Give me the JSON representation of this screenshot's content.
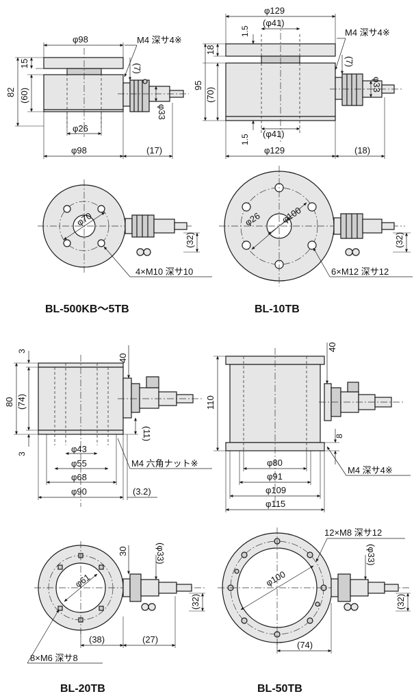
{
  "titles": {
    "tl": "BL-500KB〜5TB",
    "tr": "BL-10TB",
    "bl": "BL-20TB",
    "br": "BL-50TB"
  },
  "view1": {
    "d98_top": "φ98",
    "d98_bot": "φ98",
    "d26": "φ26",
    "h82": "82",
    "h60": "(60)",
    "h15": "15",
    "d33": "φ33",
    "d7": "(7)",
    "d17": "(17)",
    "m4": "M4 深サ4※",
    "d70": "φ70",
    "d32": "(32)",
    "holes": "4×M10 深サ10"
  },
  "view2": {
    "d129_top": "φ129",
    "d41_top": "(φ41)",
    "d41_bot": "(φ41)",
    "d129_bot": "φ129",
    "h95": "95",
    "h70": "(70)",
    "h18": "18",
    "h15a": "1.5",
    "h15b": "1.5",
    "d33": "φ33",
    "d7": "(7)",
    "d18": "(18)",
    "m4": "M4 深サ4※",
    "d26": "φ26",
    "d100": "φ100",
    "d32": "(32)",
    "holes": "6×M12 深サ12"
  },
  "view3": {
    "h80": "80",
    "h74": "(74)",
    "h3a": "3",
    "h3b": "3",
    "h40": "40",
    "h11": "(11)",
    "d43": "φ43",
    "d55": "φ55",
    "d68": "φ68",
    "d90": "φ90",
    "d32s": "(3.2)",
    "nut": "M4 六角ナット※",
    "h30": "30",
    "d33": "(φ33)",
    "d61": "φ61",
    "d32": "(32)",
    "d38": "(38)",
    "d27": "(27)",
    "holes": "8×M6 深サ8"
  },
  "view4": {
    "h110": "110",
    "h40": "40",
    "h8": "8",
    "d80": "φ80",
    "d91": "φ91",
    "d109": "φ109",
    "d115": "φ115",
    "m4": "M4 深サ4※",
    "holes": "12×M8 深サ12",
    "d33": "(φ33)",
    "d100": "φ100",
    "d32": "(32)",
    "d74": "(74)"
  }
}
